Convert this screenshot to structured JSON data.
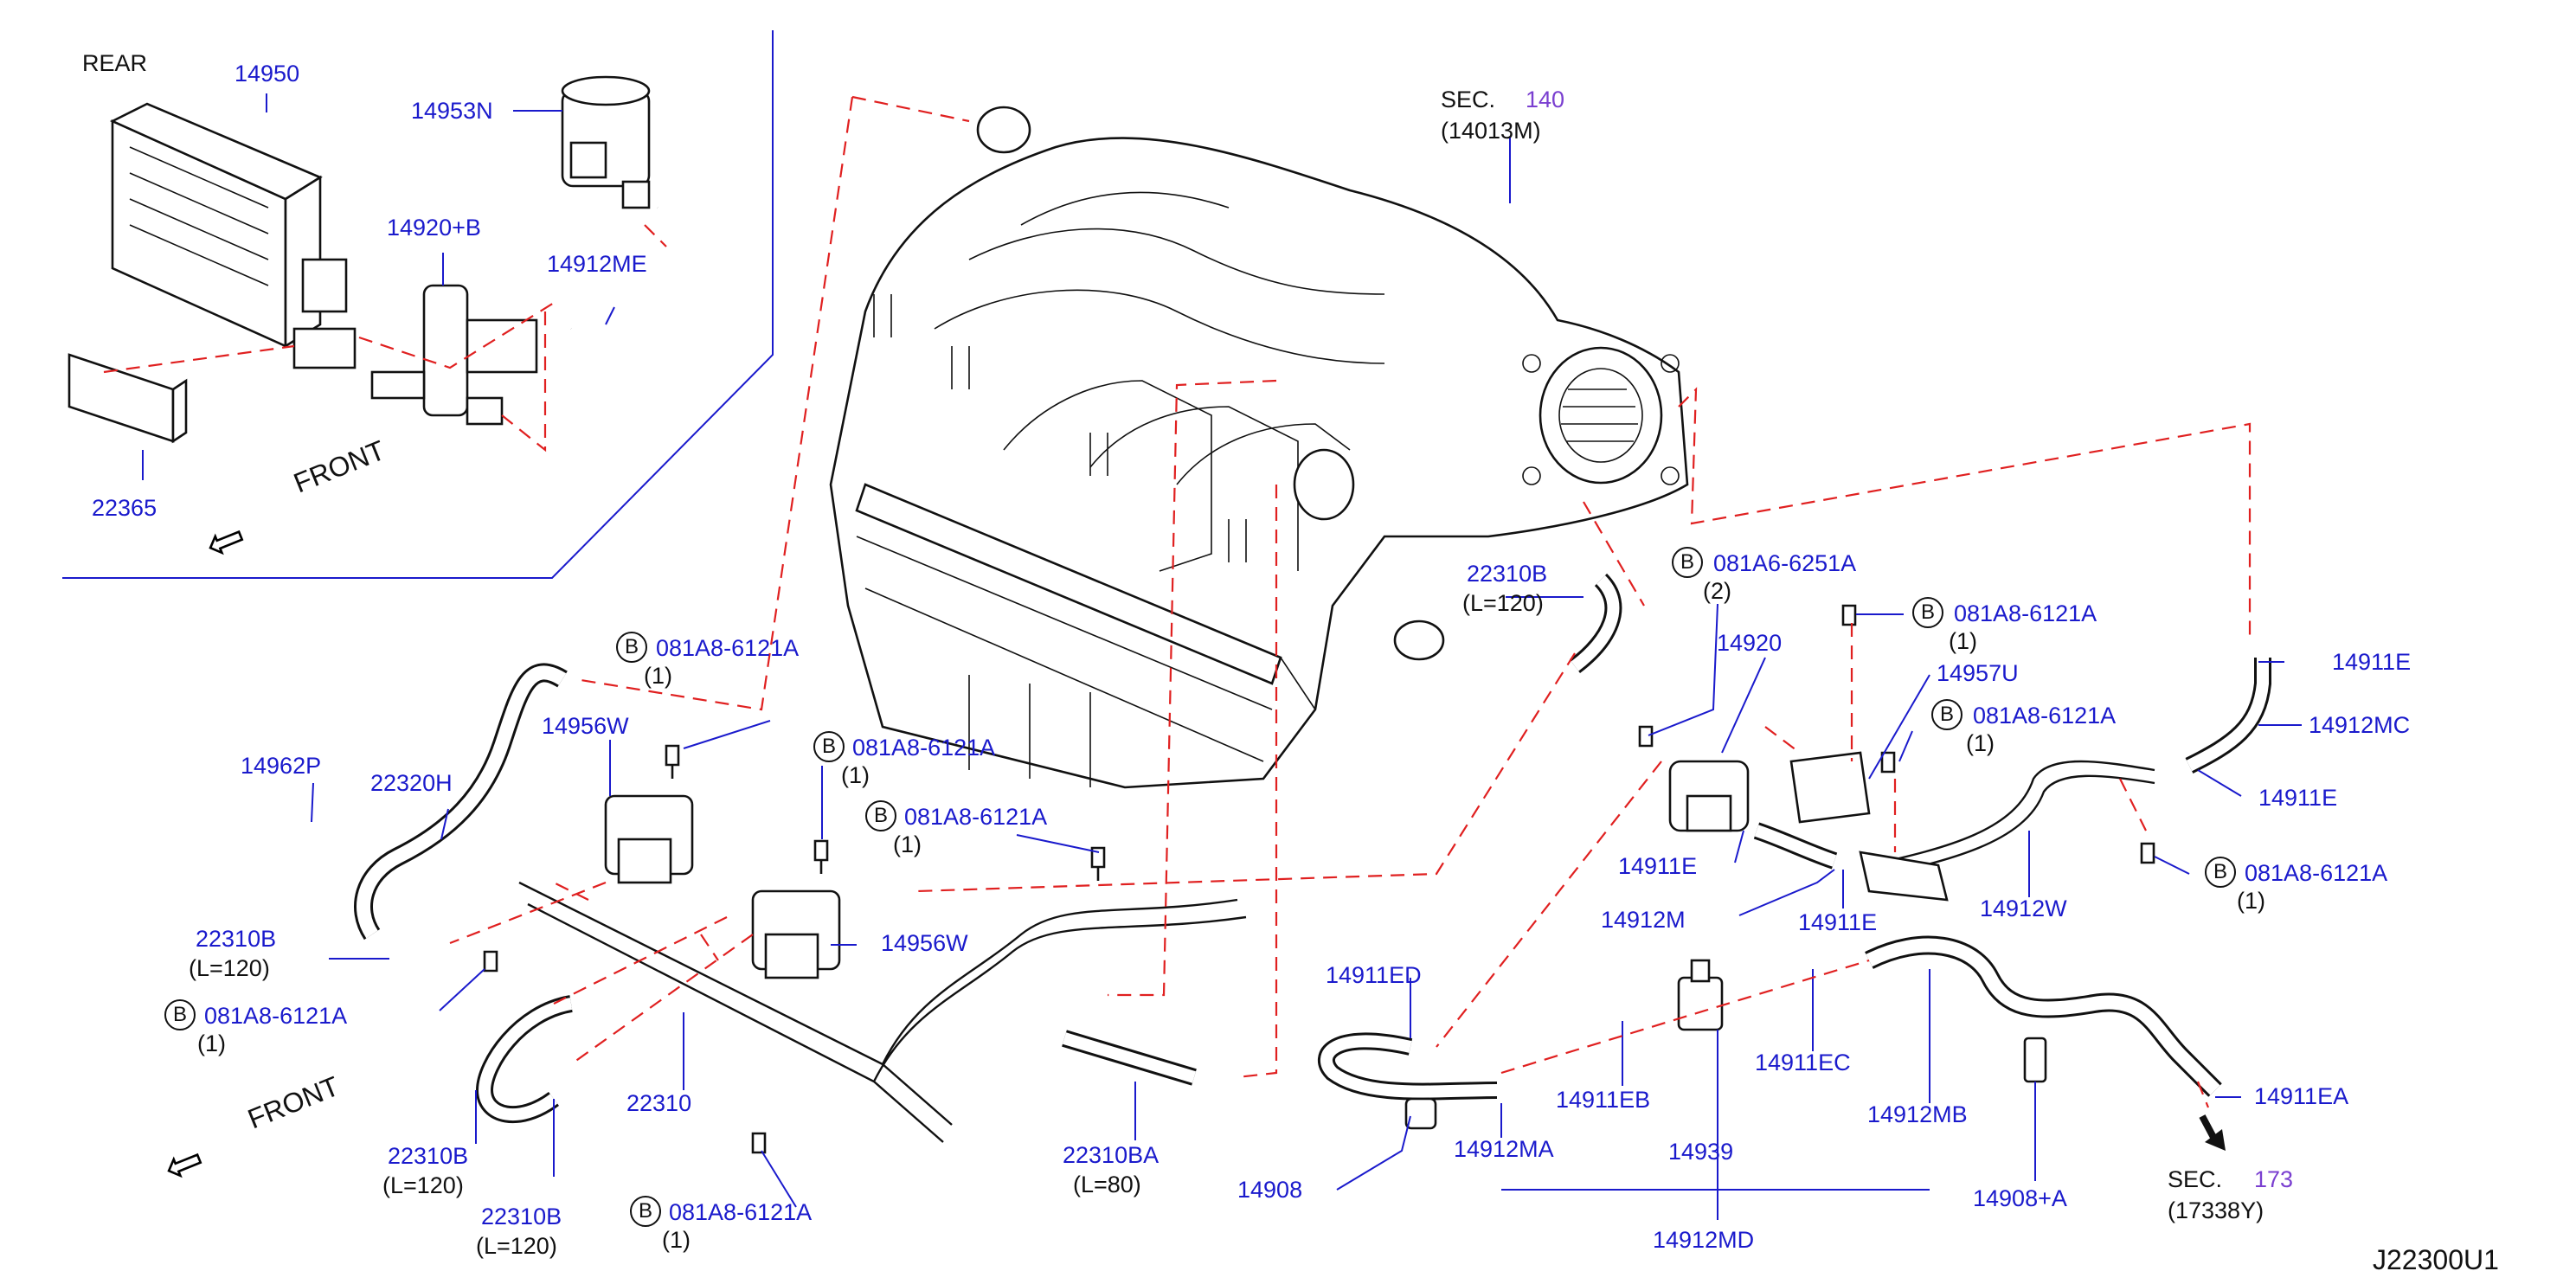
{
  "diagram_code": "J22300U1",
  "orientation": {
    "rear": "REAR",
    "front": "FRONT"
  },
  "sections": [
    {
      "prefix": "SEC.",
      "num": "140",
      "ref": "(14013M)"
    },
    {
      "prefix": "SEC.",
      "num": "173",
      "ref": "(17338Y)"
    }
  ],
  "bolt_symbol": "B",
  "parts": {
    "p14950": "14950",
    "p14953N": "14953N",
    "p14920B": "14920+B",
    "p14912ME": "14912ME",
    "p22365": "22365",
    "p14962P": "14962P",
    "p22320H": "22320H",
    "p14956W_a": "14956W",
    "p14956W_b": "14956W",
    "p22310B_a": "22310B",
    "p22310B_b": "22310B",
    "p22310B_c": "22310B",
    "p22310B_d": "22310B",
    "p22310": "22310",
    "p22310BA": "22310BA",
    "p14920": "14920",
    "p14957U": "14957U",
    "p14911E_a": "14911E",
    "p14911E_b": "14911E",
    "p14911E_c": "14911E",
    "p14911E_d": "14911E",
    "p14912MC": "14912MC",
    "p14912W": "14912W",
    "p14912M": "14912M",
    "p14911ED": "14911ED",
    "p14908": "14908",
    "p14912MA": "14912MA",
    "p14911EB": "14911EB",
    "p14939": "14939",
    "p14912MD": "14912MD",
    "p14911EC": "14911EC",
    "p14912MB": "14912MB",
    "p14908A": "14908+A",
    "p14911EA": "14911EA"
  },
  "bolts": [
    {
      "num": "081A8-6121A",
      "qty": "(1)"
    },
    {
      "num": "081A8-6121A",
      "qty": "(1)"
    },
    {
      "num": "081A8-6121A",
      "qty": "(1)"
    },
    {
      "num": "081A8-6121A",
      "qty": "(1)"
    },
    {
      "num": "081A8-6121A",
      "qty": "(1)"
    },
    {
      "num": "081A6-6251A",
      "qty": "(2)"
    },
    {
      "num": "081A8-6121A",
      "qty": "(1)"
    },
    {
      "num": "081A8-6121A",
      "qty": "(1)"
    },
    {
      "num": "081A8-6121A",
      "qty": "(1)"
    }
  ],
  "lengths": {
    "l120_a": "(L=120)",
    "l120_b": "(L=120)",
    "l120_c": "(L=120)",
    "l120_d": "(L=120)",
    "l80": "(L=80)"
  }
}
